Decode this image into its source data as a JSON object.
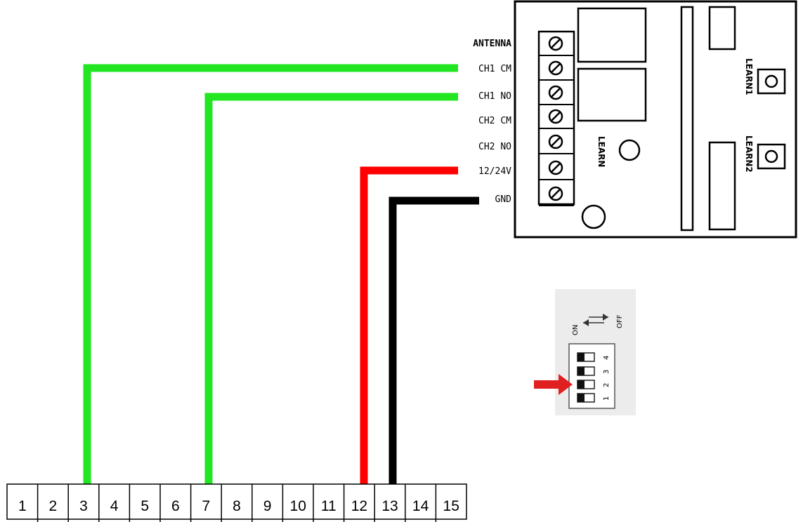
{
  "receiver": {
    "terminals": [
      {
        "label": "ANTENNA"
      },
      {
        "label": "CH1 CM"
      },
      {
        "label": "CH1 NO"
      },
      {
        "label": "CH2 CM"
      },
      {
        "label": "CH2 NO"
      },
      {
        "label": "12/24V"
      },
      {
        "label": "GND"
      }
    ],
    "learn_label": "LEARN",
    "learn1_label": "LEARN1",
    "learn2_label": "LEARN2"
  },
  "dip_switch": {
    "on_label": "ON",
    "off_label": "OFF",
    "numbers": [
      "4",
      "3",
      "2",
      "1"
    ],
    "highlighted": "2",
    "arrow_color": "#e02020"
  },
  "terminal_strip": {
    "numbers": [
      "1",
      "2",
      "3",
      "4",
      "5",
      "6",
      "7",
      "8",
      "9",
      "10",
      "11",
      "12",
      "13",
      "14",
      "15"
    ]
  },
  "wires": [
    {
      "from": "CH1 CM",
      "to": "3",
      "color": "#22e622"
    },
    {
      "from": "CH1 NO",
      "to": "7",
      "color": "#22e622"
    },
    {
      "from": "12/24V",
      "to": "12",
      "color": "#ff0000"
    },
    {
      "from": "GND",
      "to": "13",
      "color": "#000000"
    }
  ]
}
